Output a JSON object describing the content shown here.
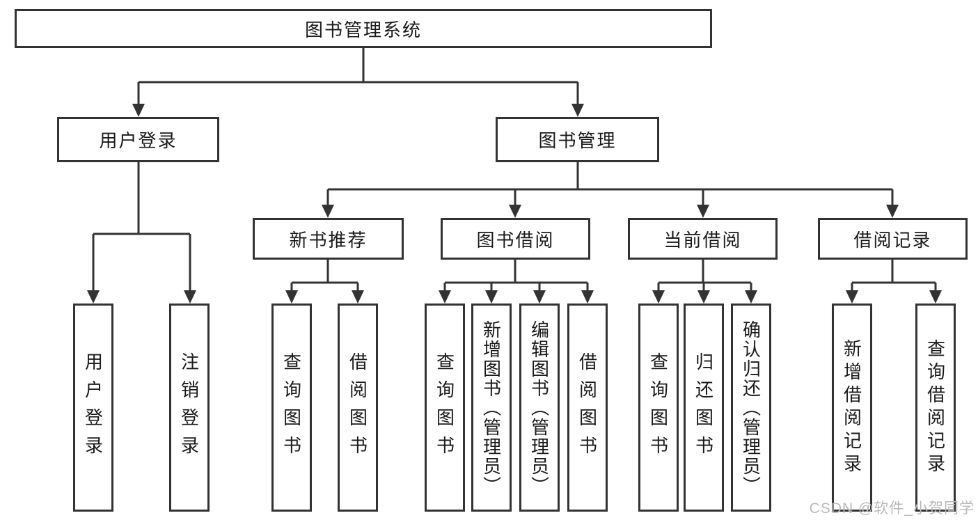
{
  "diagram": {
    "type": "hierarchy-tree",
    "nodes": {
      "root": "图书管理系统",
      "user_login_branch": "用户登录",
      "book_management": "图书管理",
      "new_book_recommendation": "新书推荐",
      "book_borrowing": "图书借阅",
      "current_borrowing": "当前借阅",
      "borrowing_records": "借阅记录",
      "leaf_user_login": "用户登录",
      "leaf_logout": "注销登录",
      "leaf_nbr_query_books": "查询图书",
      "leaf_nbr_borrow_books": "借阅图书",
      "leaf_bb_query_books": "查询图书",
      "leaf_bb_add_books_admin": "新增图书（管理员）",
      "leaf_bb_edit_books_admin": "编辑图书（管理员）",
      "leaf_bb_borrow_books": "借阅图书",
      "leaf_cb_query_books": "查询图书",
      "leaf_cb_return_books": "归还图书",
      "leaf_cb_confirm_return_admin": "确认归还（管理员）",
      "leaf_br_add_record": "新增借阅记录",
      "leaf_br_query_record": "查询借阅记录"
    },
    "edges": [
      [
        "root",
        "user_login_branch"
      ],
      [
        "root",
        "book_management"
      ],
      [
        "user_login_branch",
        "leaf_user_login"
      ],
      [
        "user_login_branch",
        "leaf_logout"
      ],
      [
        "book_management",
        "new_book_recommendation"
      ],
      [
        "book_management",
        "book_borrowing"
      ],
      [
        "book_management",
        "current_borrowing"
      ],
      [
        "book_management",
        "borrowing_records"
      ],
      [
        "new_book_recommendation",
        "leaf_nbr_query_books"
      ],
      [
        "new_book_recommendation",
        "leaf_nbr_borrow_books"
      ],
      [
        "book_borrowing",
        "leaf_bb_query_books"
      ],
      [
        "book_borrowing",
        "leaf_bb_add_books_admin"
      ],
      [
        "book_borrowing",
        "leaf_bb_edit_books_admin"
      ],
      [
        "book_borrowing",
        "leaf_bb_borrow_books"
      ],
      [
        "current_borrowing",
        "leaf_cb_query_books"
      ],
      [
        "current_borrowing",
        "leaf_cb_return_books"
      ],
      [
        "current_borrowing",
        "leaf_cb_confirm_return_admin"
      ],
      [
        "borrowing_records",
        "leaf_br_add_record"
      ],
      [
        "borrowing_records",
        "leaf_br_query_record"
      ]
    ],
    "colors": {
      "line": "#333333",
      "box_fill": "#ffffff",
      "text": "#1a1a1a",
      "watermark": "#b9b9b9"
    }
  },
  "watermark": "CSDN @软件_小贺同学"
}
